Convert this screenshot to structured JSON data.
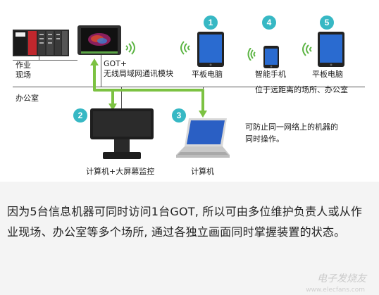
{
  "labels": {
    "field_site": "作业\n现场",
    "got_title": "GOT+",
    "got_subtitle": "无线局域网通讯模块",
    "tablet1": "平板电脑",
    "phone": "智能手机",
    "tablet2": "平板电脑",
    "remote_note": "位于远距离的场所、办公室",
    "office": "办公室",
    "pc_monitor": "计算机+大屏幕监控",
    "laptop": "计算机",
    "network_note": "可防止同一网络上的机器的\n同时操作。"
  },
  "badges": [
    "1",
    "2",
    "3",
    "4",
    "5"
  ],
  "colors": {
    "badge": "#37b8c4",
    "arrow": "#7cc242",
    "wifi": "#5db545"
  },
  "footer": {
    "text": "因为5台信息机器可同时访问1台GOT, 所以可由多位维护负责人或从作业现场、办公室等多个场所, 通过各独立画面同时掌握装置的状态。",
    "watermark": "电子发烧友",
    "watermark_url": "www.elecfans.com"
  }
}
